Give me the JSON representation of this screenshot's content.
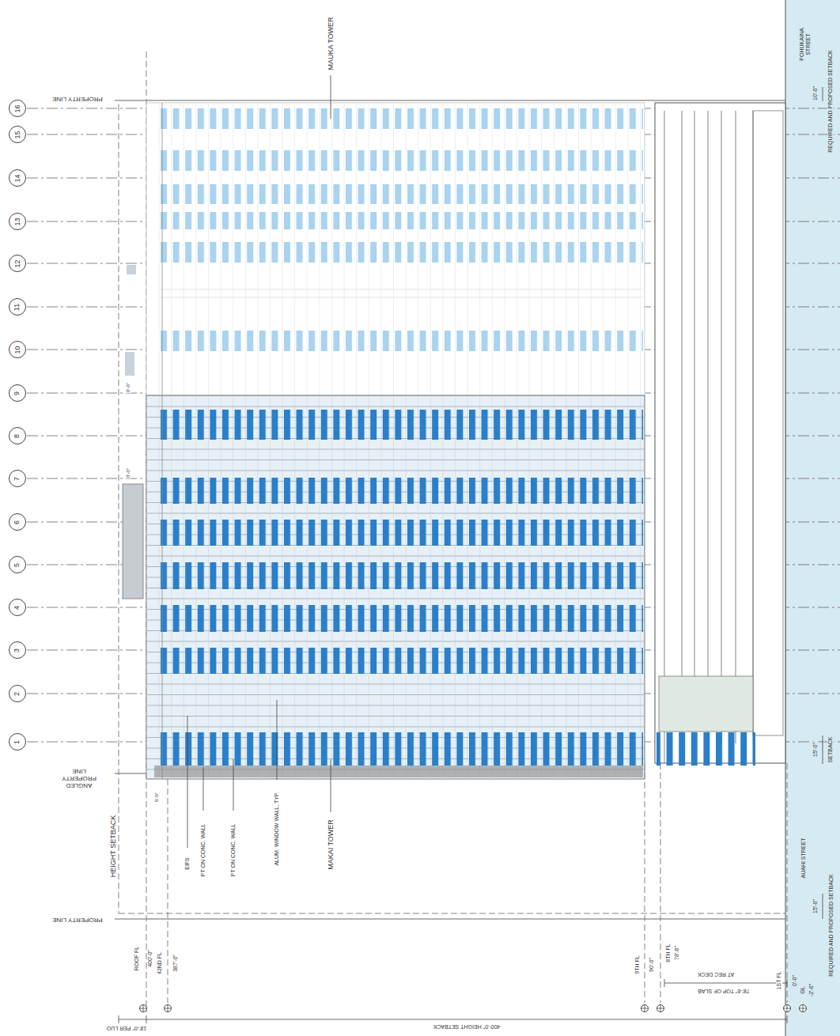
{
  "diagram": {
    "nodes": [
      {
        "text": [
          "16"
        ]
      },
      {
        "text": [
          "15"
        ]
      },
      {
        "text": [
          "14"
        ]
      },
      {
        "text": [
          "13"
        ]
      },
      {
        "text": [
          "12"
        ]
      },
      {
        "text": [
          "11"
        ]
      },
      {
        "text": [
          "10"
        ]
      },
      {
        "text": [
          "9"
        ]
      },
      {
        "text": [
          "8"
        ]
      },
      {
        "text": [
          "7"
        ]
      },
      {
        "text": [
          "6"
        ]
      },
      {
        "text": [
          "5"
        ]
      },
      {
        "text": [
          "4"
        ]
      },
      {
        "text": [
          "3"
        ]
      },
      {
        "text": [
          "2"
        ]
      },
      {
        "text": [
          "1"
        ]
      }
    ],
    "labels": [
      "MAUKA TOWER",
      "PROPERTY LINE",
      "ANGLED PROPERTY LINE",
      "PROPERTY LINE",
      "HEIGHT SETBACK",
      "EIFS",
      "PT ON CONC. WALL",
      "PT ON CONC. WALL",
      "ALUM. WINDOW WALL, TYP.",
      "MAKAI TOWER",
      "POHUKAINA STREET",
      "10'-0\"",
      "REQUIRED AND PROPOSED SETBACK",
      "15'-0\"",
      "SETBACK",
      "AUAHI STREET",
      "REQUIRED AND PROPOSED SETBACK",
      "15'-0\"",
      "ROOF FL",
      "400'-0\"",
      "42ND FL",
      "387'-0\"",
      "9TH FL",
      "90'-0\"",
      "8TH FL",
      "78'-6\"",
      "1ST FL",
      "0'-0\"",
      "GL",
      "-2'-6\"",
      "AT REC DECK",
      "78'-6\" TOP OF SLAB",
      "400'-0\" HEIGHT SETBACK",
      "18'-0\" PER LUO",
      "5'-0\"",
      "0'-0\"",
      "0'-0\""
    ]
  }
}
